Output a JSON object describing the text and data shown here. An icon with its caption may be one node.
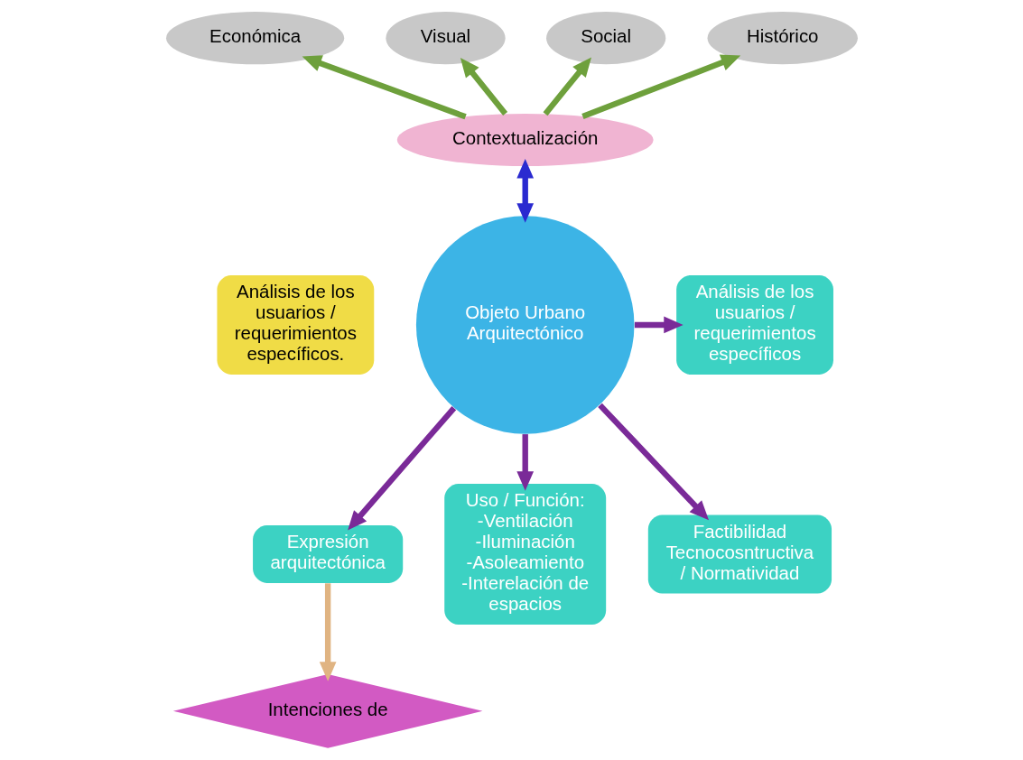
{
  "diagram": {
    "nodes": [
      {
        "text": [
          "Económica"
        ]
      },
      {
        "text": [
          "Visual"
        ]
      },
      {
        "text": [
          "Social"
        ]
      },
      {
        "text": [
          "Histórico"
        ]
      },
      {
        "text": [
          "Contextualización"
        ]
      },
      {
        "text": [
          "Análisis de los usuarios / requerimientos específicos."
        ]
      },
      {
        "text": [
          "Objeto Urbano Arquitectónico"
        ]
      },
      {
        "text": [
          "Análisis de los usuarios / requerimientos específicos"
        ]
      },
      {
        "text": [
          "Expresión arquitectónica"
        ]
      },
      {
        "text": [
          "Uso / Función:",
          "-Ventilación",
          "-Iluminación",
          "-Asoleamiento",
          "-Interelación de espacios"
        ]
      },
      {
        "text": [
          "Factibilidad Tecnocosntructiva / Normatividad"
        ]
      },
      {
        "text": [
          "Intenciones de"
        ]
      }
    ],
    "edges": [
      {
        "from": 4,
        "to": 2,
        "arrow": "to",
        "color": "#6ea03c"
      },
      {
        "from": 4,
        "to": 0,
        "arrow": "to",
        "color": "#6ea03c"
      },
      {
        "from": 4,
        "to": 1,
        "arrow": "to",
        "color": "#6ea03c"
      },
      {
        "from": 4,
        "to": 3,
        "arrow": "to",
        "color": "#6ea03c"
      },
      {
        "from": 4,
        "to": 6,
        "arrow": "both",
        "color": "#2a2ad0"
      },
      {
        "from": 6,
        "to": 7,
        "arrow": "to",
        "color": "#7a2a98"
      },
      {
        "from": 6,
        "to": 9,
        "arrow": "to",
        "color": "#7a2a98"
      },
      {
        "from": 6,
        "to": 10,
        "arrow": "to",
        "color": "#7a2a98"
      },
      {
        "from": 6,
        "to": 8,
        "arrow": "to",
        "color": "#7a2a98"
      },
      {
        "from": 8,
        "to": 11,
        "arrow": "to",
        "color": "#e0b482"
      }
    ]
  }
}
